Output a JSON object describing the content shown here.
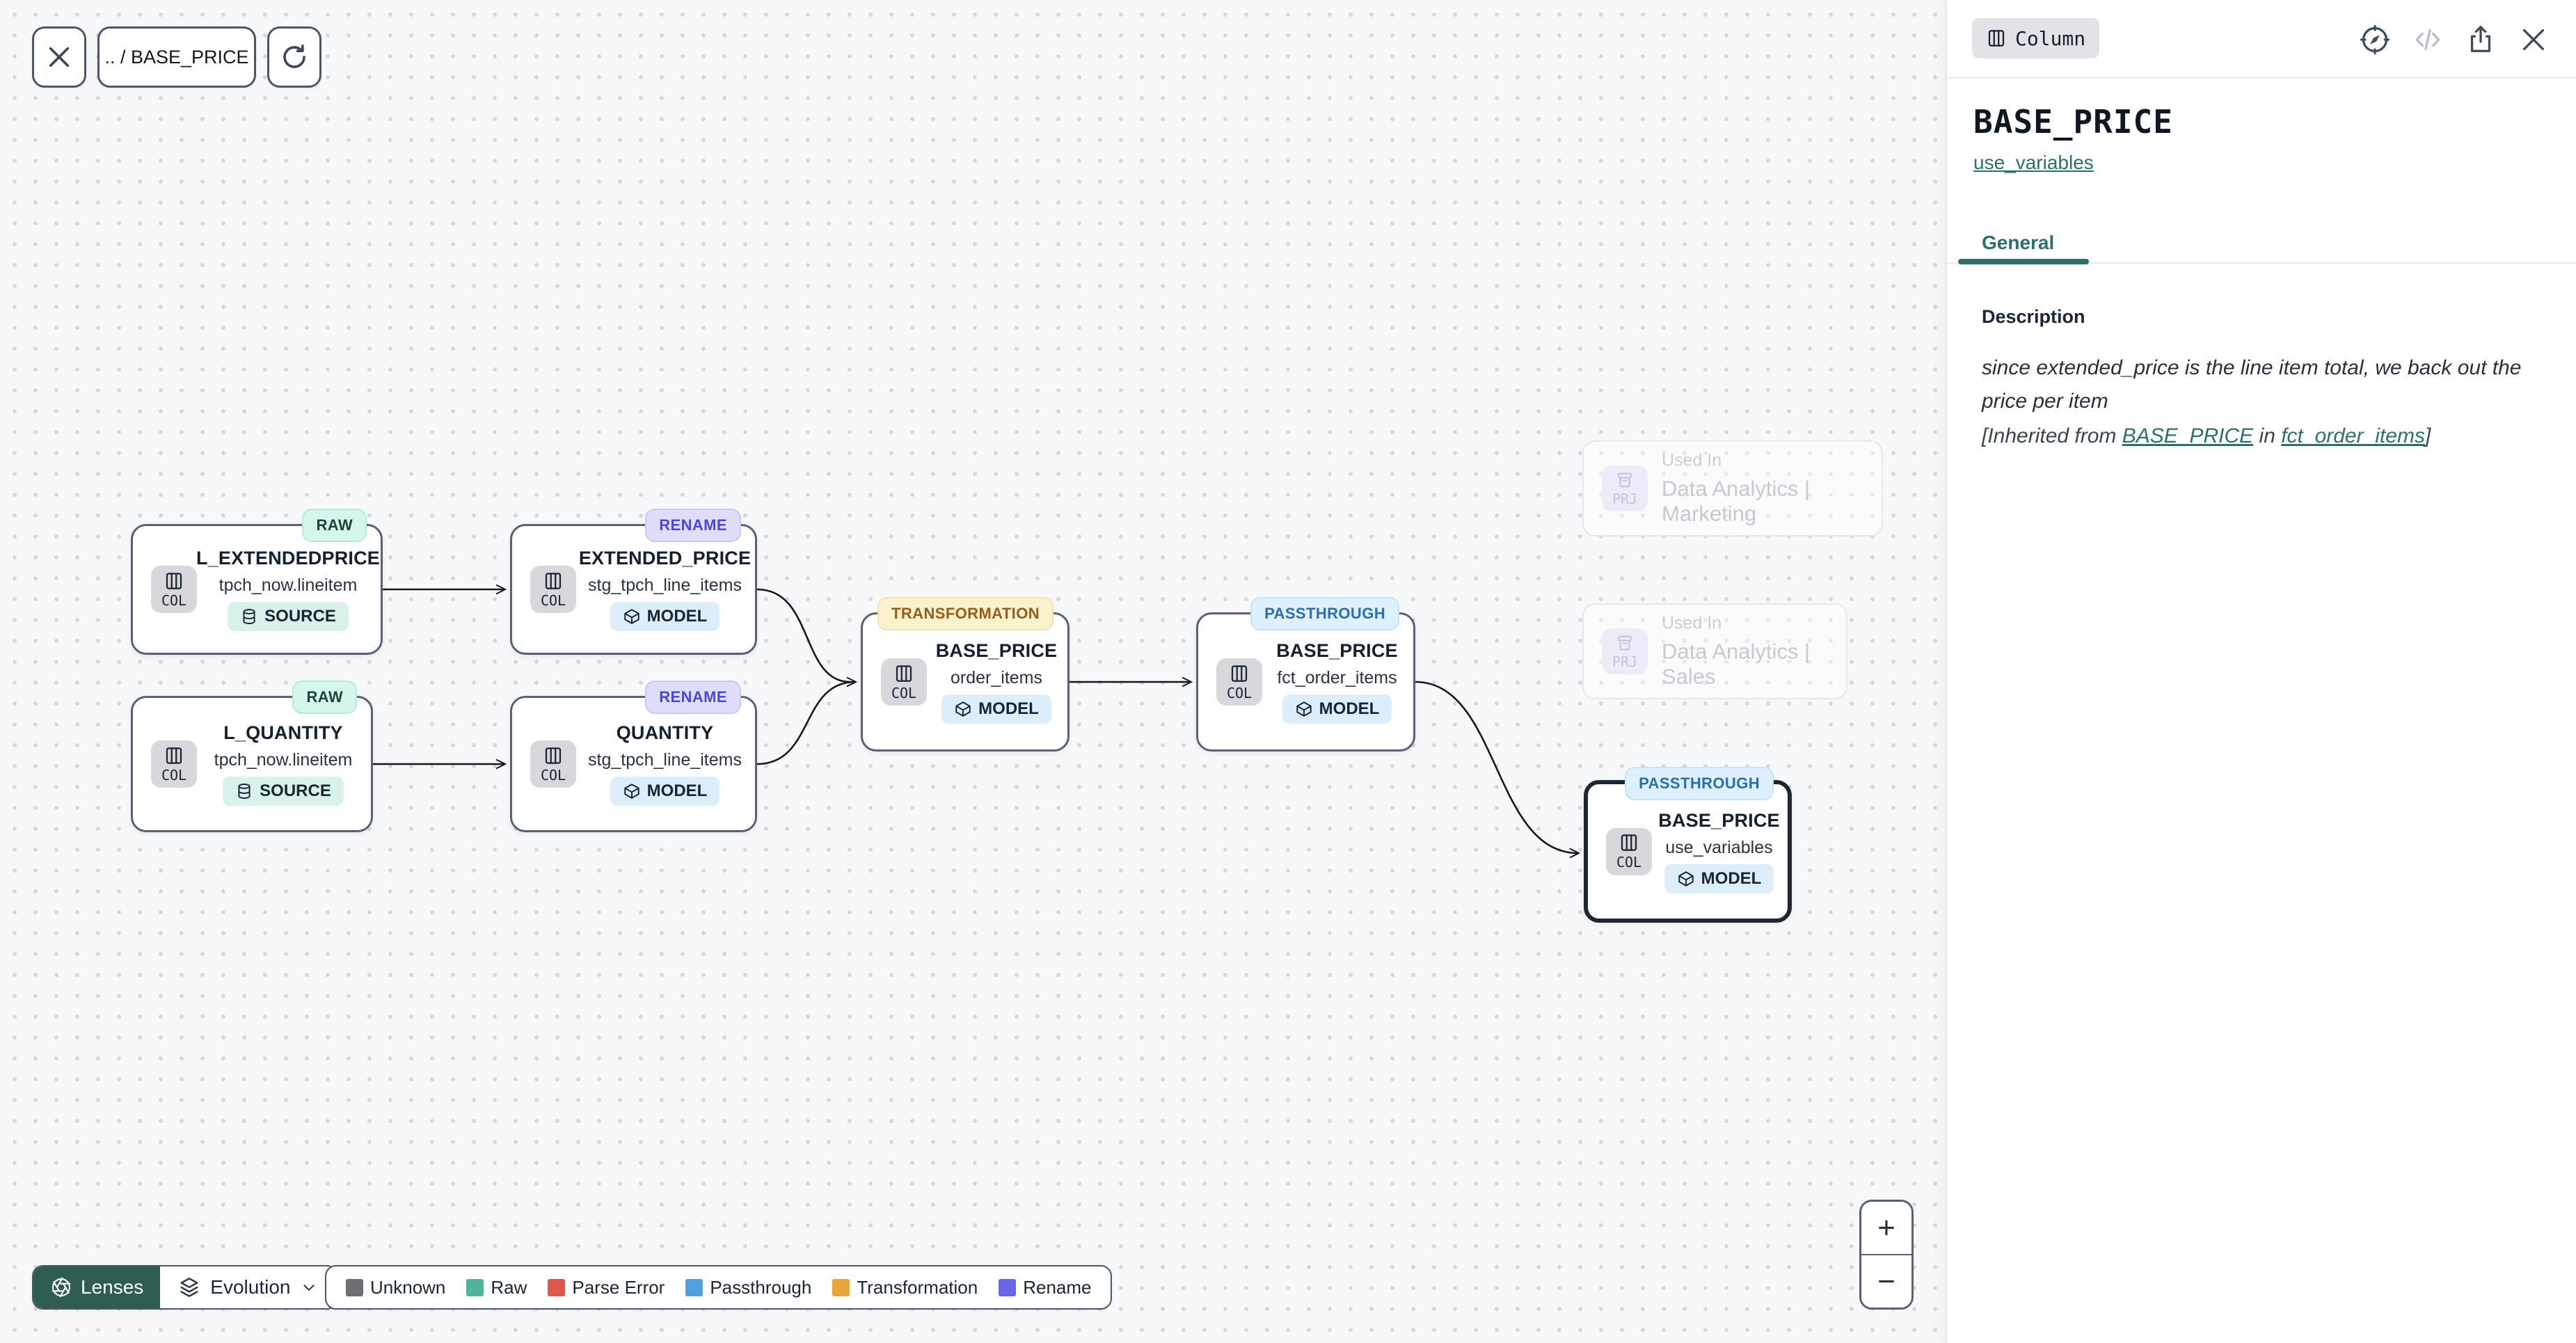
{
  "toolbar": {
    "breadcrumb": ".. / BASE_PRICE"
  },
  "canvas": {
    "nodes": [
      {
        "badge": "RAW",
        "badge_type": "raw",
        "chip": "COL",
        "title": "L_EXTENDEDPRICE",
        "subtitle": "tpch_now.lineitem",
        "pill": "SOURCE"
      },
      {
        "badge": "RENAME",
        "badge_type": "rename",
        "chip": "COL",
        "title": "EXTENDED_PRICE",
        "subtitle": "stg_tpch_line_items",
        "pill": "MODEL"
      },
      {
        "badge": "RAW",
        "badge_type": "raw",
        "chip": "COL",
        "title": "L_QUANTITY",
        "subtitle": "tpch_now.lineitem",
        "pill": "SOURCE"
      },
      {
        "badge": "RENAME",
        "badge_type": "rename",
        "chip": "COL",
        "title": "QUANTITY",
        "subtitle": "stg_tpch_line_items",
        "pill": "MODEL"
      },
      {
        "badge": "TRANSFORMATION",
        "badge_type": "transformation",
        "chip": "COL",
        "title": "BASE_PRICE",
        "subtitle": "order_items",
        "pill": "MODEL"
      },
      {
        "badge": "PASSTHROUGH",
        "badge_type": "passthrough",
        "chip": "COL",
        "title": "BASE_PRICE",
        "subtitle": "fct_order_items",
        "pill": "MODEL"
      },
      {
        "badge": "PASSTHROUGH",
        "badge_type": "passthrough",
        "chip": "COL",
        "title": "BASE_PRICE",
        "subtitle": "use_variables",
        "pill": "MODEL"
      }
    ],
    "used_in": [
      {
        "chip": "PRJ",
        "heading": "Used In",
        "label": "Data Analytics | Marketing"
      },
      {
        "chip": "PRJ",
        "heading": "Used In",
        "label": "Data Analytics | Sales"
      }
    ]
  },
  "footer": {
    "lenses_label": "Lenses",
    "lens_selected": "Evolution"
  },
  "legend": {
    "items": [
      {
        "label": "Unknown",
        "color": "#6e6e73"
      },
      {
        "label": "Raw",
        "color": "#50b39c"
      },
      {
        "label": "Parse Error",
        "color": "#df574c"
      },
      {
        "label": "Passthrough",
        "color": "#4fa0de"
      },
      {
        "label": "Transformation",
        "color": "#e9a63a"
      },
      {
        "label": "Rename",
        "color": "#6965e6"
      }
    ]
  },
  "zoom_controls": {
    "zoom_in": "+",
    "zoom_out": "−"
  },
  "panel": {
    "type_badge": "Column",
    "title": "BASE_PRICE",
    "model_link": "use_variables",
    "tab": "General",
    "description_heading": "Description",
    "description": "since extended_price is the line item total, we back out the price per item",
    "inherited": {
      "prefix": "[Inherited from ",
      "link_column": "BASE_PRICE",
      "middle": " in ",
      "link_model": "fct_order_items",
      "suffix": "]"
    }
  },
  "colors": {
    "accent_teal": "#2f6f6a",
    "lenses_green": "#2e5d52",
    "edge": "#16181d"
  }
}
